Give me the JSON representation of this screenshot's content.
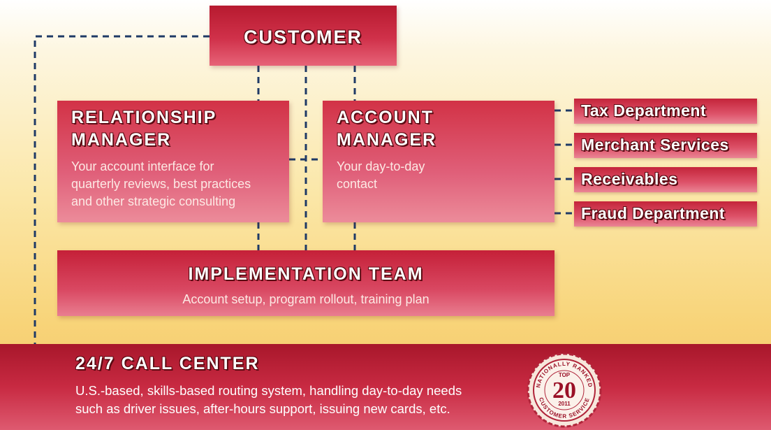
{
  "customer": {
    "title": "CUSTOMER"
  },
  "relationship_manager": {
    "title_line1": "RELATIONSHIP",
    "title_line2": "MANAGER",
    "desc_line1": "Your account interface for",
    "desc_line2": "quarterly reviews, best practices",
    "desc_line3": "and other strategic consulting"
  },
  "account_manager": {
    "title_line1": "ACCOUNT",
    "title_line2": "MANAGER",
    "desc_line1": "Your day-to-day",
    "desc_line2": "contact"
  },
  "departments": [
    {
      "label": "Tax Department"
    },
    {
      "label": "Merchant Services"
    },
    {
      "label": "Receivables"
    },
    {
      "label": "Fraud Department"
    }
  ],
  "implementation_team": {
    "title": "IMPLEMENTATION TEAM",
    "desc": "Account setup, program rollout, training plan"
  },
  "call_center": {
    "title": "24/7 CALL CENTER",
    "desc_line1": "U.S.-based, skills-based routing system, handling day-to-day needs",
    "desc_line2": "such as driver issues, after-hours support, issuing new cards, etc."
  },
  "seal": {
    "top_text": "NATIONALLY RANKED",
    "top_small": "TOP",
    "number": "20",
    "year": "2011",
    "bottom_text": "CUSTOMER SERVICE"
  },
  "colors": {
    "box_red": "#d0314a",
    "dark_outline": "#5a0a12",
    "connector_navy": "#1f3a66",
    "background_gold": "#f8d479"
  }
}
